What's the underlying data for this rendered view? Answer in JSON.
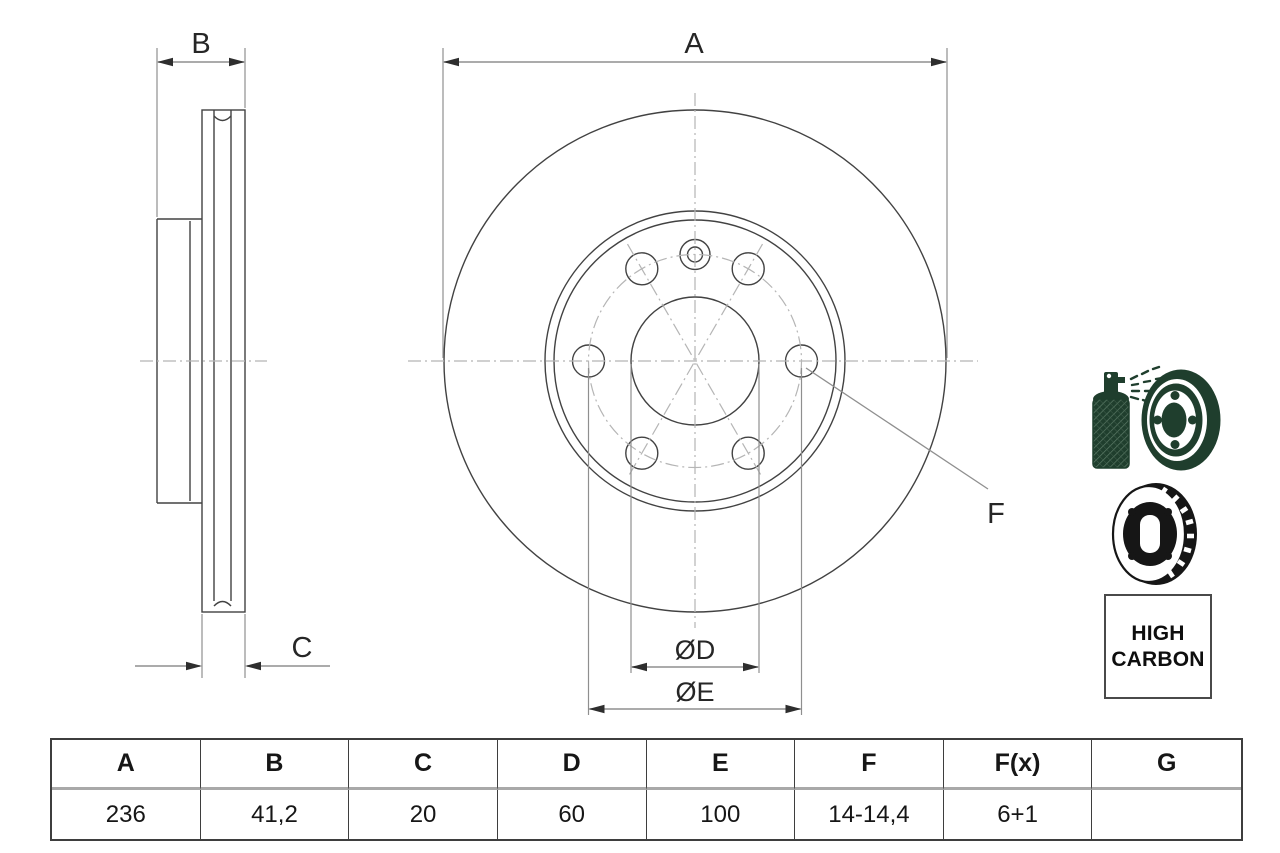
{
  "drawing": {
    "labels": {
      "outer_diameter": "A",
      "total_height": "B",
      "thickness": "C",
      "bolt_hole": "F",
      "bore_diameter": "ØD",
      "pitch_circle_diameter": "ØE"
    }
  },
  "badge": {
    "line1": "HIGH",
    "line2": "CARBON"
  },
  "icons": {
    "coating": "spray-can-coated-disc-icon",
    "vented": "vented-brake-disc-3d-icon"
  },
  "colors": {
    "icon_green": "#1f3e2d",
    "icon_black": "#161616",
    "outline": "#424242",
    "dim_line": "#8f8f8f",
    "centerline": "#b5b5b5",
    "text": "#262626"
  },
  "table": {
    "headers": [
      "A",
      "B",
      "C",
      "D",
      "E",
      "F",
      "F(x)",
      "G"
    ],
    "values": [
      "236",
      "41,2",
      "20",
      "60",
      "100",
      "14-14,4",
      "6+1",
      ""
    ]
  }
}
